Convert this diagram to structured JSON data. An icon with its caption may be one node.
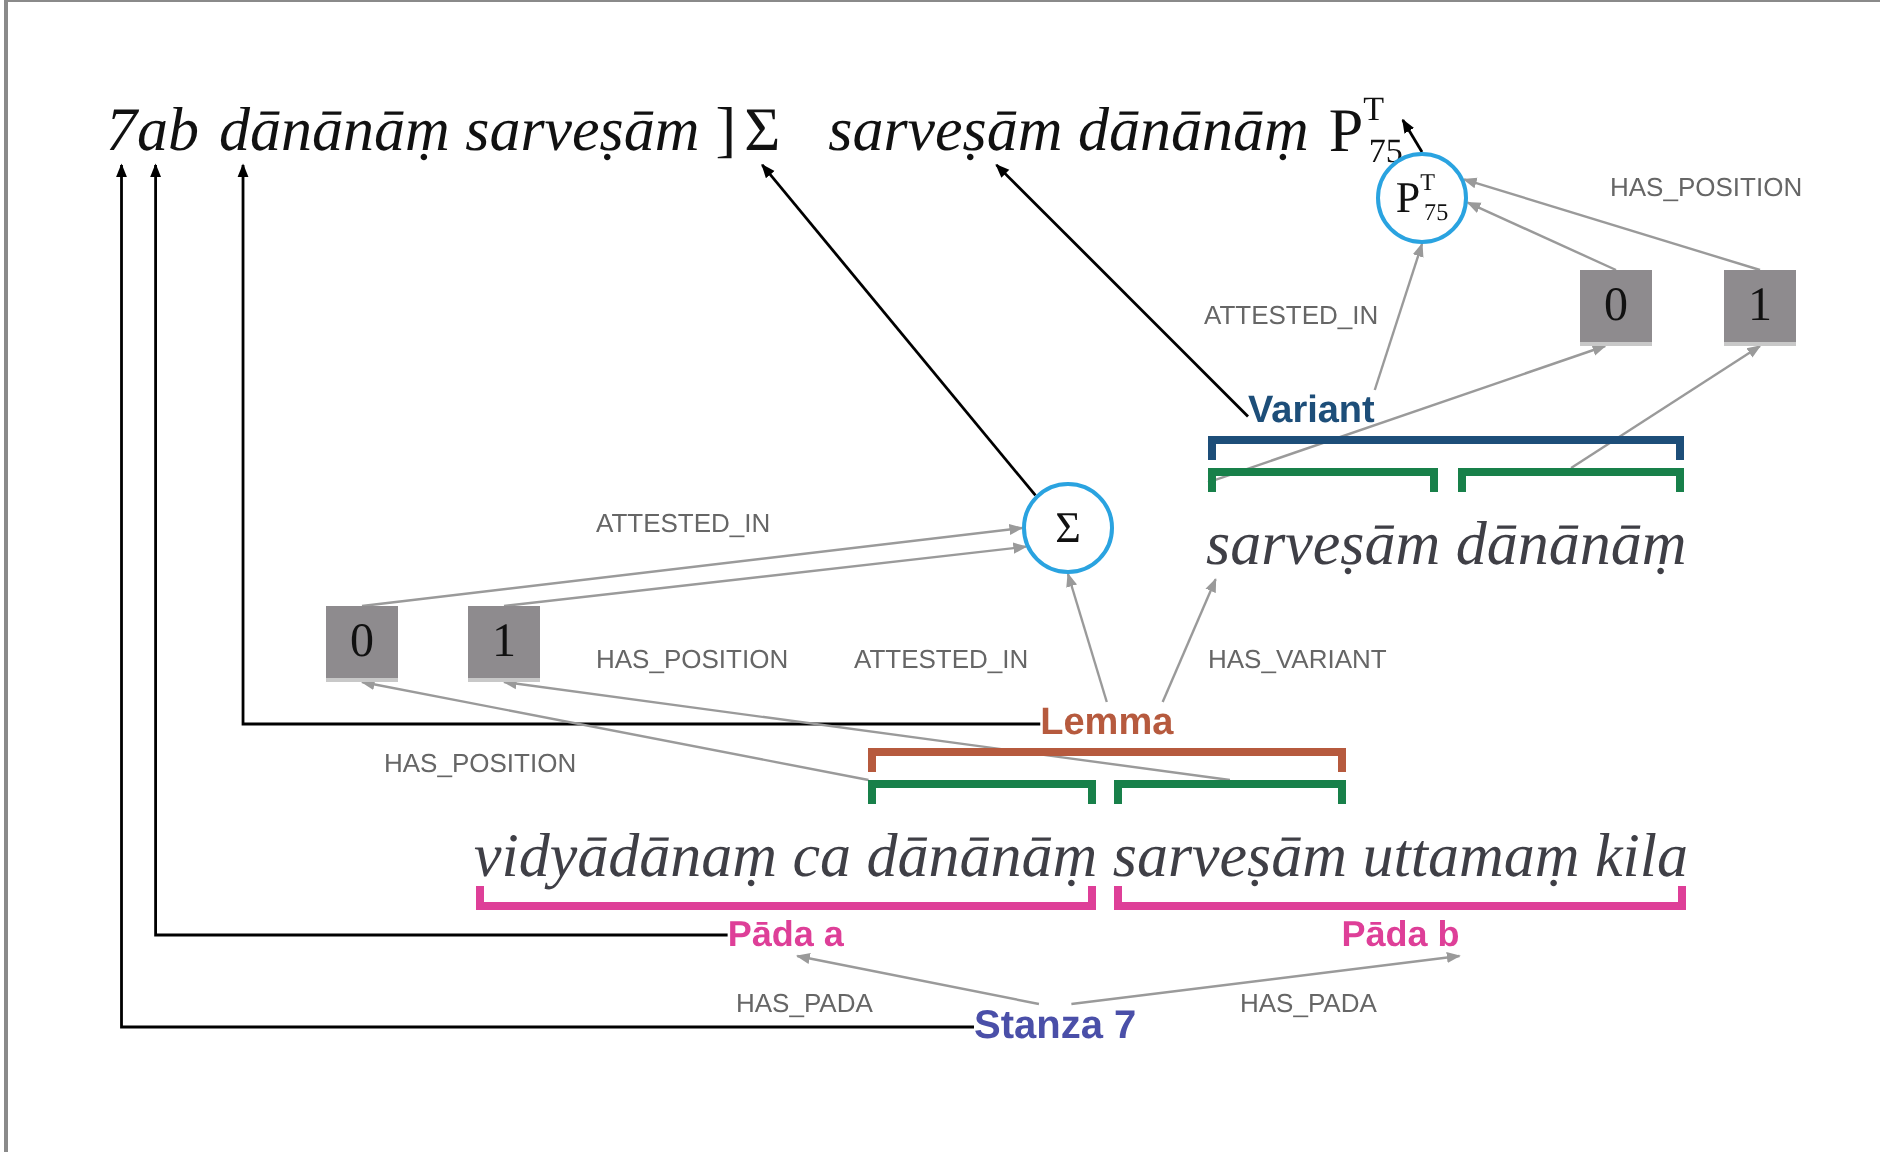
{
  "diagram": {
    "nodes": [
      {
        "text": [
          "7"
        ]
      },
      {
        "text": [
          "ab"
        ]
      },
      {
        "text": [
          "dānānāṃ sarveṣām"
        ]
      },
      {
        "text": [
          "Σ"
        ]
      },
      {
        "text": [
          "sarveṣām dānānāṃ"
        ]
      },
      {
        "text": [
          "P$^{T}$$_{75}$"
        ]
      },
      {
        "text": [
          "P$^{T}$$_{75}$"
        ]
      },
      {
        "text": [
          "0"
        ]
      },
      {
        "text": [
          "1"
        ]
      },
      {
        "text": [
          "Variant"
        ]
      },
      {
        "text": [],
        "shape": "bracket"
      },
      {
        "text": [],
        "shape": "bracket"
      },
      {
        "text": [
          "Σ"
        ]
      },
      {
        "text": [
          "sarveṣām dānānāṃ"
        ]
      },
      {
        "text": [
          "0"
        ]
      },
      {
        "text": [
          "1"
        ]
      },
      {
        "text": [
          "Lemma"
        ]
      },
      {
        "text": [],
        "shape": "bracket"
      },
      {
        "text": [],
        "shape": "bracket"
      },
      {
        "text": [
          "vidyādānaṃ ca dānānāṃ sarveṣām uttamaṃ kila"
        ]
      },
      {
        "text": [
          "Pāda a"
        ]
      },
      {
        "text": [
          "Pāda b"
        ]
      },
      {
        "text": [
          "Stanza 7"
        ]
      }
    ],
    "edges": [
      {
        "from": 22,
        "to": 0,
        "arrow": "to",
        "color": "#000000"
      },
      {
        "from": 20,
        "to": 1,
        "arrow": "to",
        "color": "#000000"
      },
      {
        "from": 16,
        "to": 2,
        "arrow": "to",
        "color": "#000000"
      },
      {
        "from": 12,
        "to": 3,
        "arrow": "to",
        "color": "#000000"
      },
      {
        "from": 9,
        "to": 4,
        "arrow": "to",
        "color": "#000000"
      },
      {
        "from": 6,
        "to": 5,
        "arrow": "to",
        "color": "#000000"
      },
      {
        "from": 7,
        "to": 6,
        "arrow": "to"
      },
      {
        "from": 8,
        "to": 6,
        "arrow": "to",
        "label": "HAS_POSITION"
      },
      {
        "from": 9,
        "to": 6,
        "arrow": "to",
        "label": "ATTESTED_IN"
      },
      {
        "from": 10,
        "to": 7,
        "arrow": "to"
      },
      {
        "from": 11,
        "to": 8,
        "arrow": "to"
      },
      {
        "from": 14,
        "to": 12,
        "arrow": "to",
        "label": "ATTESTED_IN"
      },
      {
        "from": 15,
        "to": 12,
        "arrow": "to"
      },
      {
        "from": 16,
        "to": 12,
        "arrow": "to",
        "label": "ATTESTED_IN"
      },
      {
        "from": 16,
        "to": 13,
        "arrow": "to",
        "label": "HAS_VARIANT"
      },
      {
        "from": 17,
        "to": 14,
        "arrow": "to",
        "label": "HAS_POSITION"
      },
      {
        "from": 18,
        "to": 15,
        "arrow": "to",
        "label": "HAS_POSITION"
      },
      {
        "from": 22,
        "to": 20,
        "arrow": "to",
        "label": "HAS_PADA"
      },
      {
        "from": 22,
        "to": 21,
        "arrow": "to",
        "label": "HAS_PADA"
      }
    ],
    "labels": [
      "]"
    ]
  }
}
